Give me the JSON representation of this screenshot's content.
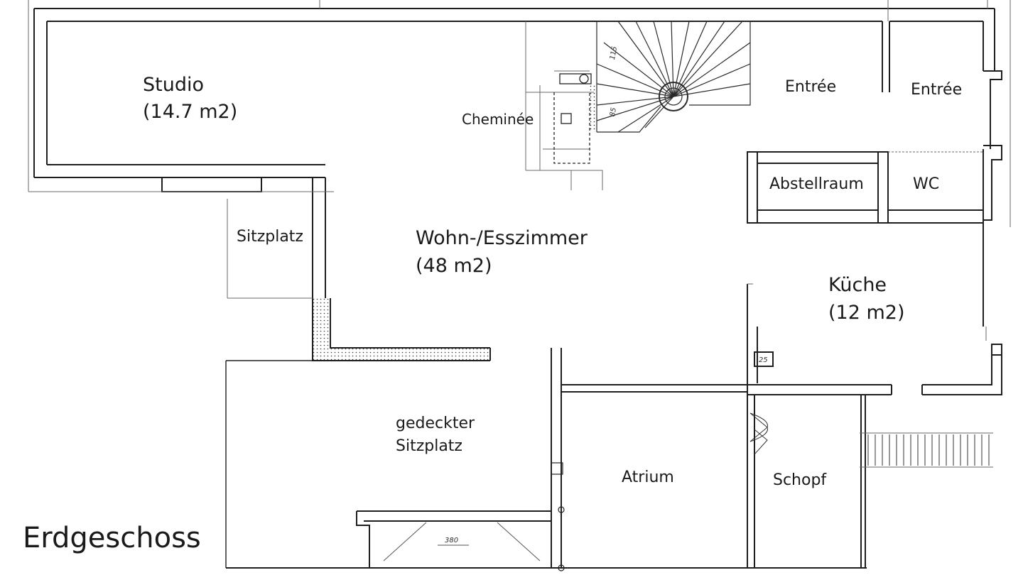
{
  "plan": {
    "title": "Erdgeschoss",
    "rooms": {
      "studio": {
        "name": "Studio",
        "area": "(14.7 m2)"
      },
      "wohn": {
        "name": "Wohn-/Esszimmer",
        "area": "(48 m2)"
      },
      "kueche": {
        "name": "Küche",
        "area": "(12 m2)"
      },
      "cheminee": "Cheminée",
      "entree_left": "Entrée",
      "entree_right": "Entrée",
      "abstellraum": "Abstellraum",
      "wc": "WC",
      "sitzplatz": "Sitzplatz",
      "gedeckter": {
        "line1": "gedeckter",
        "line2": "Sitzplatz"
      },
      "atrium": "Atrium",
      "schopf": "Schopf"
    },
    "dimensions": {
      "stair_top": "115",
      "stair_side": "85",
      "box_small": "25",
      "bottom_width": "380"
    }
  }
}
